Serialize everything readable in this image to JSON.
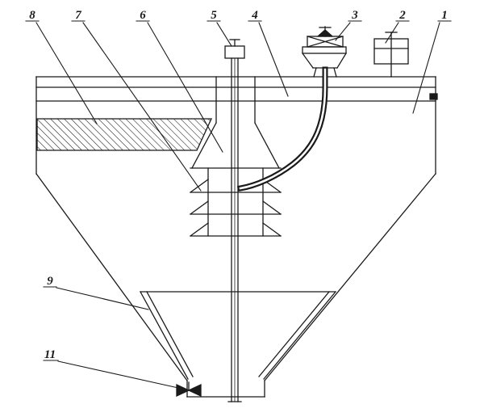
{
  "colors": {
    "line": "#1a1a1a",
    "background": "#ffffff"
  },
  "diagram": {
    "labels": [
      "8",
      "7",
      "6",
      "5",
      "4",
      "3",
      "2",
      "1",
      "9",
      "11"
    ]
  }
}
